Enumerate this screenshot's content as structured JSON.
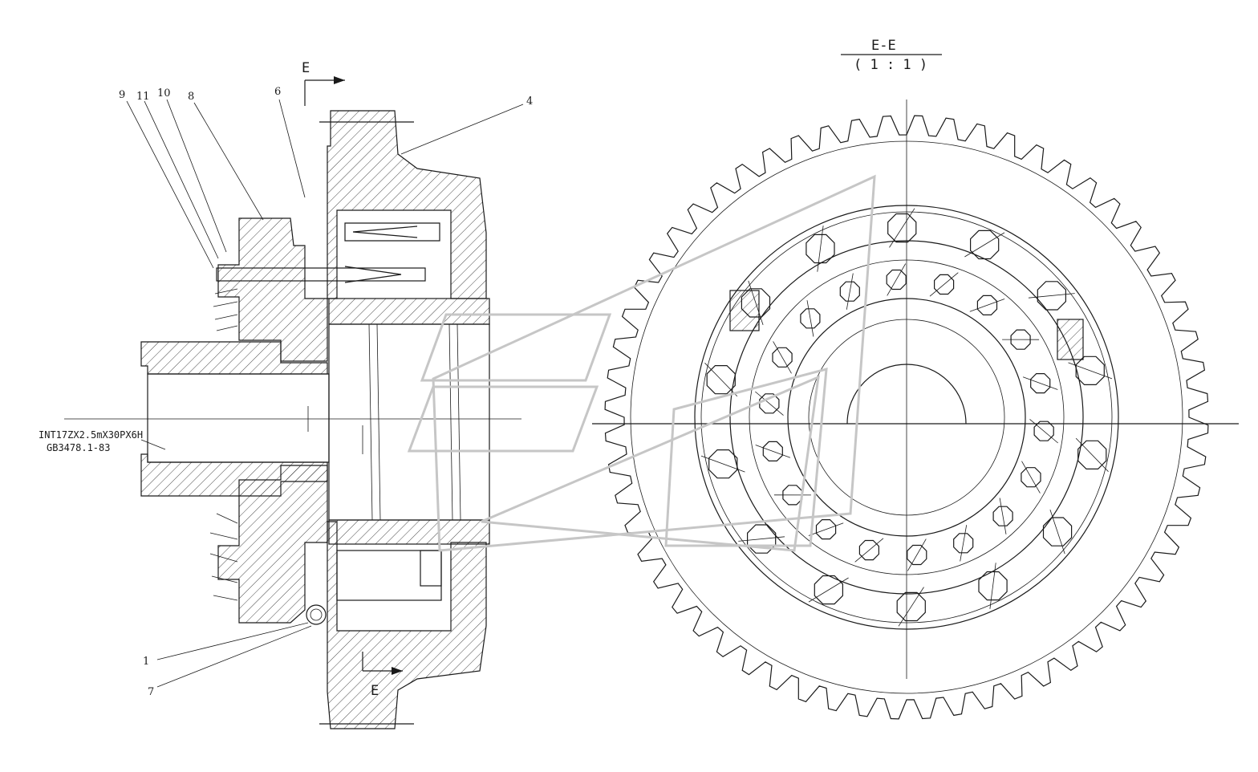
{
  "section_view": {
    "title": "E-E",
    "scale": "( 1 : 1 )"
  },
  "cut_markers": {
    "top": "E",
    "bottom": "E"
  },
  "part_callouts": [
    "9",
    "11",
    "10",
    "8",
    "6",
    "4",
    "1",
    "7"
  ],
  "spline_note": {
    "line1": "INT17ZX2.5mX30PX6H",
    "line2": "GB3478.1-83"
  },
  "colors": {
    "line": "#1a1a1a",
    "watermark": "#c6c6c6",
    "background": "#ffffff"
  }
}
